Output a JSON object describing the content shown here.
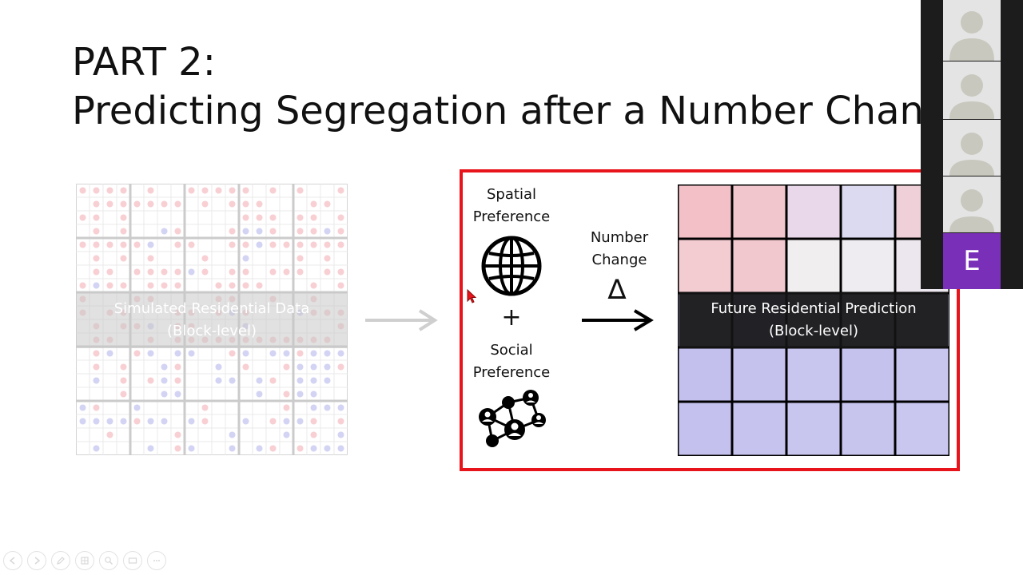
{
  "slide": {
    "title_line1": "PART 2:",
    "title_line2": "Predicting Segregation after a Number Chang"
  },
  "left_panel": {
    "label_line1": "Simulated Residential Data",
    "label_line2": "(Block-level)"
  },
  "model": {
    "spatial_line1": "Spatial",
    "spatial_line2": "Preference",
    "plus": "+",
    "social_line1": "Social",
    "social_line2": "Preference",
    "change_line1": "Number",
    "change_line2": "Change",
    "delta": "∆"
  },
  "right_panel": {
    "label_line1": "Future Residential Prediction",
    "label_line2": "(Block-level)"
  },
  "participants": {
    "active_initial": "E",
    "active_color": "#7a2fb8"
  },
  "icons": {
    "globe": "globe-icon",
    "network": "people-network-icon",
    "arrow": "right-arrow-icon",
    "avatar": "person-placeholder-icon"
  },
  "colors": {
    "highlight_border": "#e8141c",
    "red_group": "#f2a0a8",
    "blue_group": "#a9a8ea"
  }
}
